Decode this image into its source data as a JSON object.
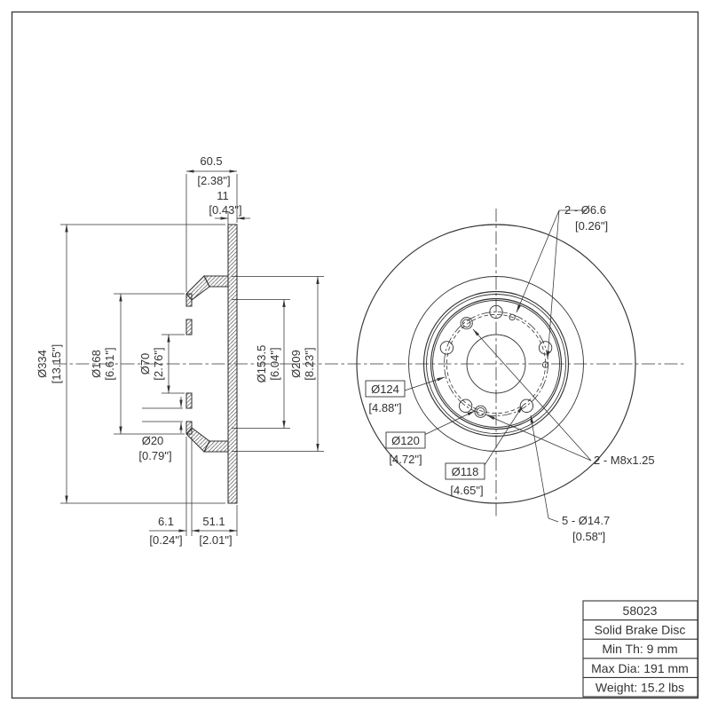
{
  "page": {
    "background": "#ffffff",
    "line_color": "#333333"
  },
  "section_view": {
    "dim_width": {
      "mm": "60.5",
      "in": "[2.38\"]"
    },
    "dim_thickness": {
      "mm": "11",
      "in": "[0.43\"]"
    },
    "dim_outer_dia": {
      "mm": "Ø334",
      "in": "[13.15\"]"
    },
    "dim_flange_dia": {
      "mm": "Ø168",
      "in": "[6.61\"]"
    },
    "dim_pilot_dia": {
      "mm": "Ø70",
      "in": "[2.76\"]"
    },
    "dim_hole": {
      "mm": "Ø20",
      "in": "[0.79\"]"
    },
    "dim_drum_dia": {
      "mm": "Ø153.5",
      "in": "[6.04\"]"
    },
    "dim_ring_dia": {
      "mm": "Ø209",
      "in": "[8.23\"]"
    },
    "dim_flange_th": {
      "mm": "6.1",
      "in": "[0.24\"]"
    },
    "dim_depth": {
      "mm": "51.1",
      "in": "[2.01\"]"
    }
  },
  "front_view": {
    "label_small_holes": {
      "qty_dia": "2 - Ø6.6",
      "in": "[0.26\"]"
    },
    "label_bc_124": {
      "mm": "Ø124",
      "in": "[4.88\"]"
    },
    "label_bc_120": {
      "mm": "Ø120",
      "in": "[4.72\"]"
    },
    "label_bc_118": {
      "mm": "Ø118",
      "in": "[4.65\"]"
    },
    "label_thread": "2 - M8x1.25",
    "label_lug_holes": {
      "qty_dia": "5 - Ø14.7",
      "in": "[0.58\"]"
    }
  },
  "spec_table": {
    "rows": [
      "58023",
      "Solid Brake Disc",
      "Min Th: 9 mm",
      "Max Dia: 191 mm",
      "Weight: 15.2 lbs"
    ]
  }
}
